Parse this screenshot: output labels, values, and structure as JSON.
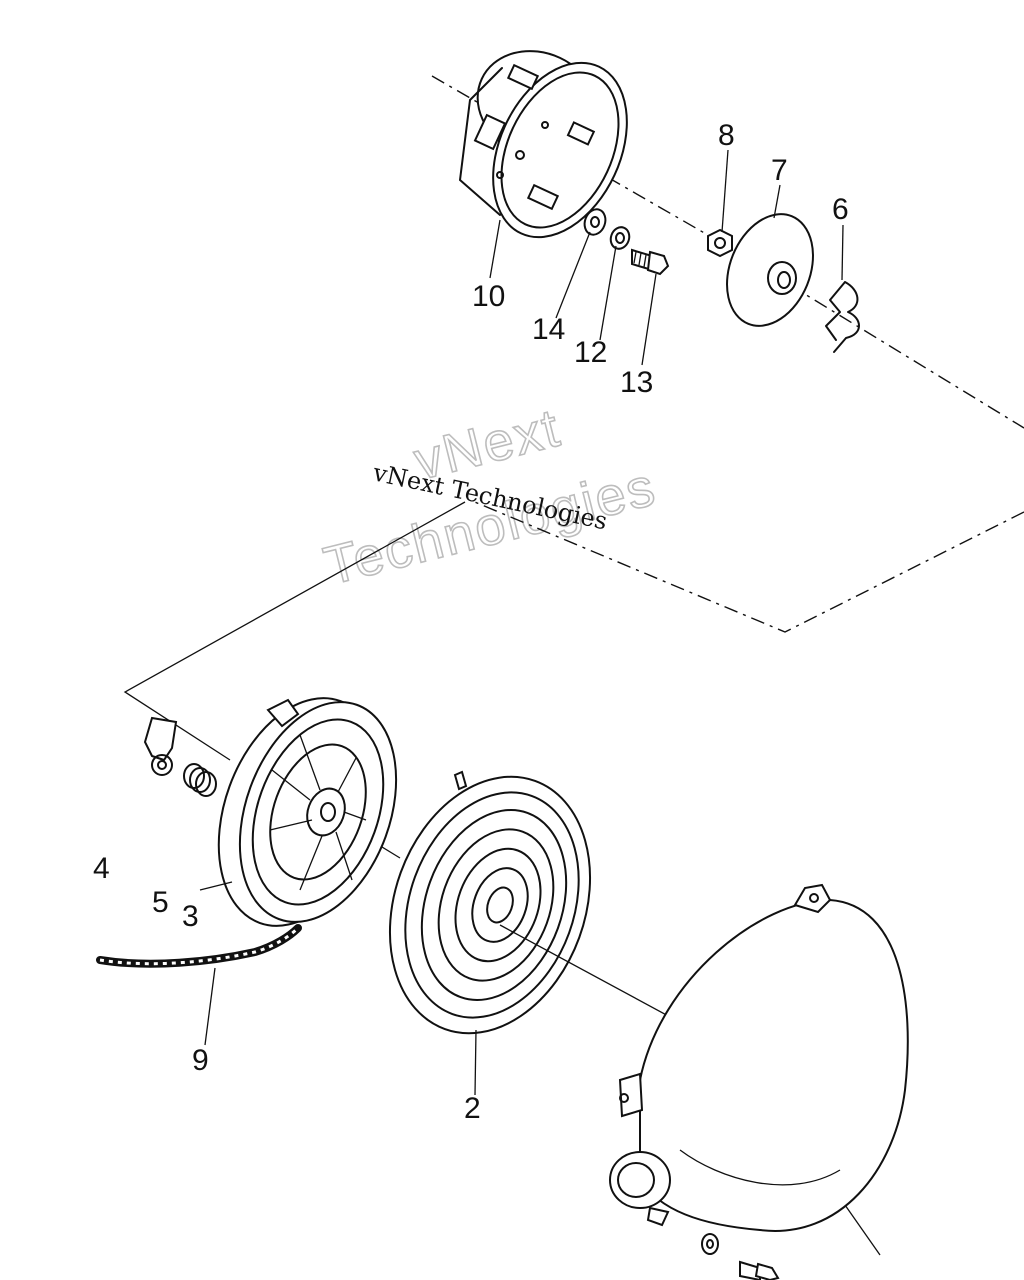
{
  "callouts": [
    {
      "id": "c8",
      "text": "8"
    },
    {
      "id": "c7",
      "text": "7"
    },
    {
      "id": "c6",
      "text": "6"
    },
    {
      "id": "c10",
      "text": "10"
    },
    {
      "id": "c14",
      "text": "14"
    },
    {
      "id": "c12",
      "text": "12"
    },
    {
      "id": "c13",
      "text": "13"
    },
    {
      "id": "c4",
      "text": "4"
    },
    {
      "id": "c5",
      "text": "5"
    },
    {
      "id": "c3",
      "text": "3"
    },
    {
      "id": "c9",
      "text": "9"
    },
    {
      "id": "c2",
      "text": "2"
    }
  ],
  "watermark": {
    "line_serif": "vNext Technologies",
    "outline_line1": "vNext",
    "outline_line2": "Technologies"
  }
}
